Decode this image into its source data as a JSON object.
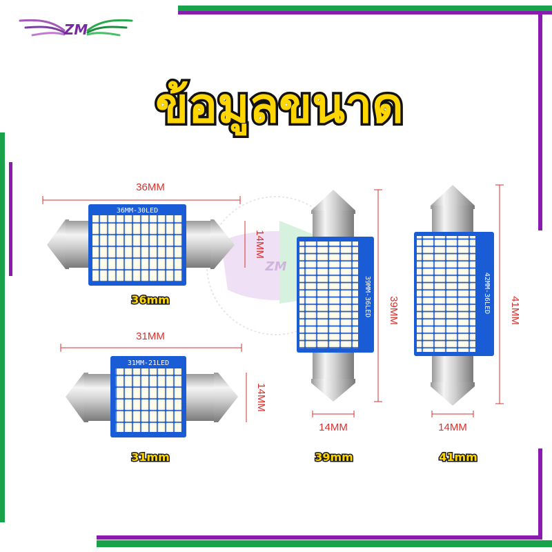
{
  "brand": {
    "logo_text": "ZM",
    "watermark_text": "ZM"
  },
  "title": "ข้อมูลขนาด",
  "colors": {
    "accent_green": "#1aa24b",
    "accent_purple": "#8a1bb0",
    "title_fill": "#ffd600",
    "dimension_red": "#d9302c",
    "pcb_blue": "#1a5bd6"
  },
  "bulbs": [
    {
      "id": "36mm",
      "pcb_label": "36MM-30LED",
      "length_label": "36MM",
      "height_label": "14MM",
      "size_caption": "36mm"
    },
    {
      "id": "31mm",
      "pcb_label": "31MM-21LED",
      "length_label": "31MM",
      "height_label": "14MM",
      "size_caption": "31mm"
    },
    {
      "id": "39mm",
      "pcb_label": "39MM-36LED",
      "length_label": "39MM",
      "width_label": "14MM",
      "size_caption": "39mm"
    },
    {
      "id": "41mm",
      "pcb_label": "42MM-36LED",
      "length_label": "41MM",
      "width_label": "14MM",
      "size_caption": "41mm"
    }
  ]
}
